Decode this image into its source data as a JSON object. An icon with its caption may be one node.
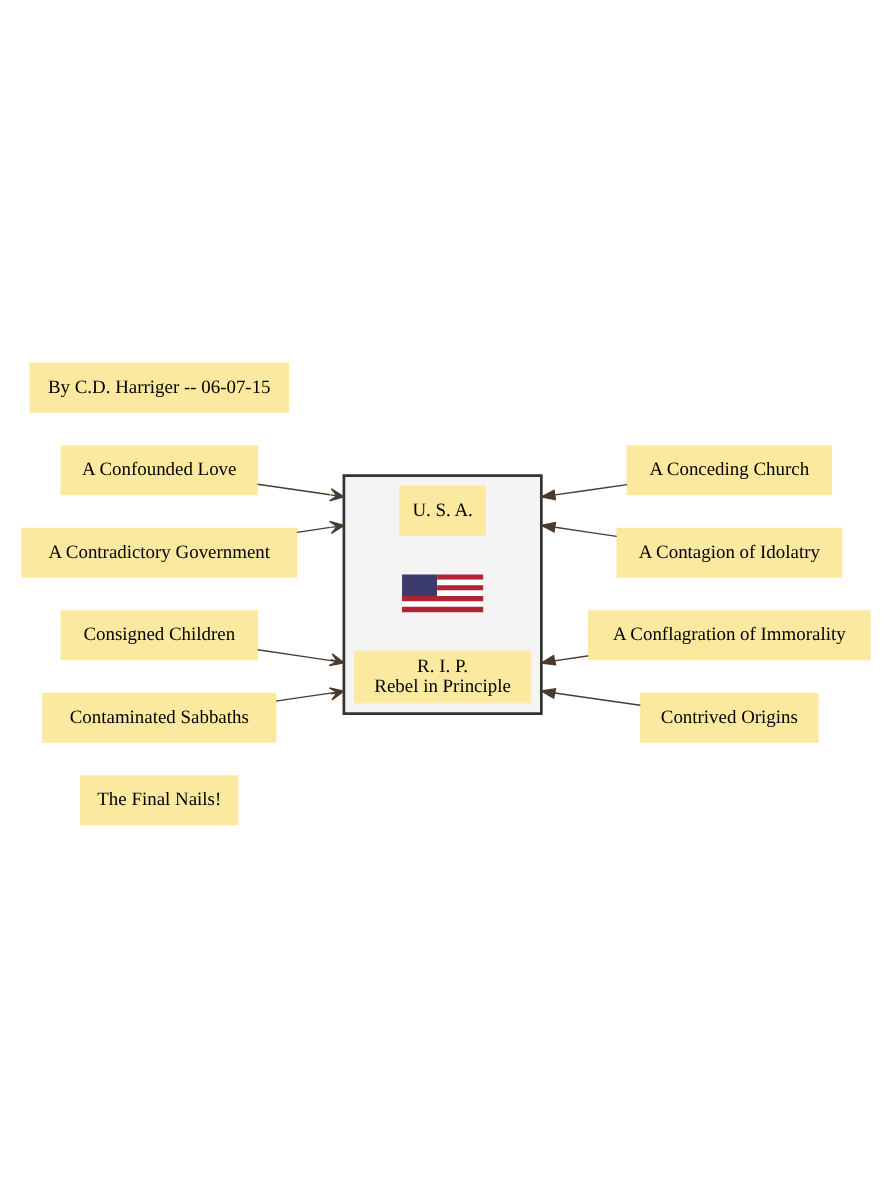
{
  "diagram": {
    "nodes": [
      {
        "text": [
          "The Final Nails!"
        ]
      },
      {
        "text": [],
        "shape": "coffin"
      },
      {
        "text": [
          "U. S. A."
        ],
        "in": 1
      },
      {
        "text": [
          "R. I. P.",
          "Rebel in Principle"
        ],
        "in": 1
      },
      {
        "text": [
          "A Confounded Love"
        ]
      },
      {
        "text": [
          "A Conceding Church"
        ]
      },
      {
        "text": [
          "A Contradictory Government"
        ]
      },
      {
        "text": [
          "A Contagion of Idolatry"
        ]
      },
      {
        "text": [
          "Consigned Children"
        ]
      },
      {
        "text": [
          "A Conflagration of Immorality"
        ]
      },
      {
        "text": [
          "Contaminated Sabbaths"
        ]
      },
      {
        "text": [
          "Contrived Origins"
        ]
      },
      {
        "text": [
          "By C.D. Harriger -- 06-07-15"
        ]
      }
    ],
    "edges": [
      {
        "from": 4,
        "to": 1,
        "arrow": "to"
      },
      {
        "from": 5,
        "to": 1,
        "arrow": "to"
      },
      {
        "from": 6,
        "to": 1,
        "arrow": "to"
      },
      {
        "from": 7,
        "to": 1,
        "arrow": "to"
      },
      {
        "from": 8,
        "to": 1,
        "arrow": "to"
      },
      {
        "from": 9,
        "to": 1,
        "arrow": "to"
      },
      {
        "from": 10,
        "to": 1,
        "arrow": "to"
      },
      {
        "from": 11,
        "to": 1,
        "arrow": "to"
      }
    ]
  }
}
